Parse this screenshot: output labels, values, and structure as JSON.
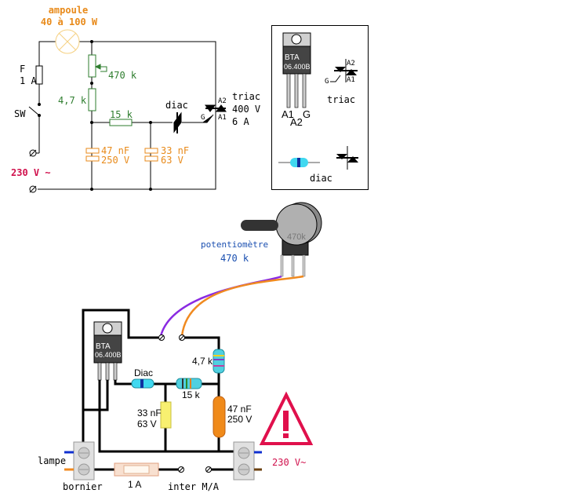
{
  "colors": {
    "orange": "#e88a1a",
    "green": "#2e7d2e",
    "red": "#d0104c",
    "blue": "#1a4fb0",
    "wire": "#000000"
  },
  "schematic": {
    "lamp_label": "ampoule",
    "lamp_power": "40 à 100 W",
    "fuse_label": "F",
    "fuse_rating": "1 A",
    "switch_label": "SW",
    "pot_value": "470 k",
    "r1_value": "4,7 k",
    "r2_value": "15 k",
    "diac_label": "diac",
    "triac_label": "triac",
    "triac_voltage": "400 V",
    "triac_current": "6 A",
    "pin_a2": "A2",
    "pin_a1": "A1",
    "pin_g": "G",
    "c1_value": "47 nF",
    "c1_voltage": "250 V",
    "c2_value": "33 nF",
    "c2_voltage": "63 V",
    "mains": "230 V ~"
  },
  "legend_box": {
    "package_brand": "BTA",
    "package_part": "06.400B",
    "pin_a1": "A1",
    "pin_a2": "A2",
    "pin_g": "G",
    "sym_a2": "A2",
    "sym_a1": "A1",
    "sym_g": "G",
    "triac_label": "triac",
    "diac_label": "diac"
  },
  "potentiometer": {
    "label": "potentiomètre",
    "value": "470 k",
    "body_marking": "470k"
  },
  "wiring": {
    "package_brand": "BTA",
    "package_part": "06.400B",
    "diac_label": "Diac",
    "r1_value": "4,7 k",
    "r2_value": "15 k",
    "c2_value": "33 nF",
    "c2_voltage": "63 V",
    "c1_value": "47 nF",
    "c1_voltage": "250 V",
    "lamp_label": "lampe",
    "terminal_label": "bornier",
    "fuse_rating": "1 A",
    "switch_label": "inter M/A",
    "mains": "230 V~"
  }
}
